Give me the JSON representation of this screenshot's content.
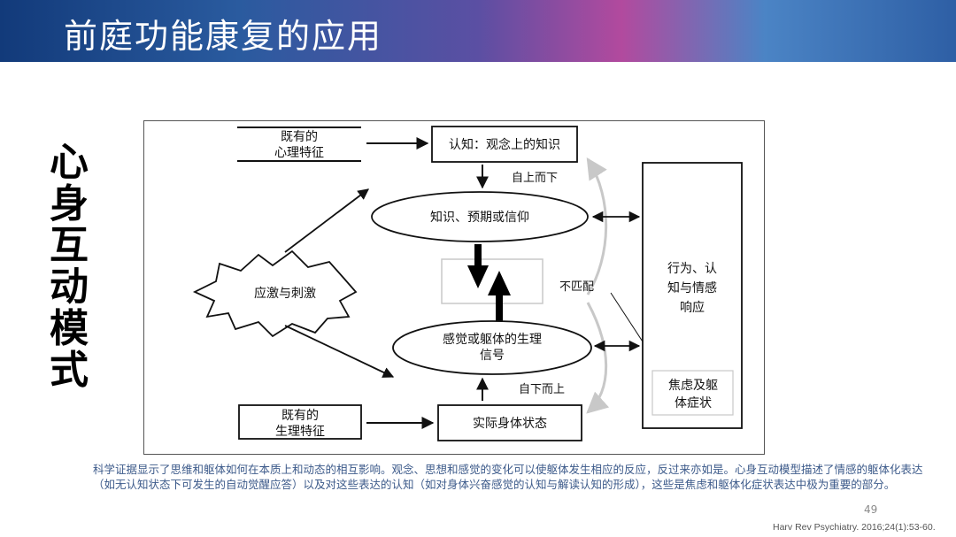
{
  "header": {
    "title": "前庭功能康复的应用"
  },
  "side_title": "心身互动模式",
  "diagram": {
    "existing_psych": [
      "既有的",
      "心理特征"
    ],
    "cognition": "认知：观念上的知识",
    "top_down": "自上而下",
    "knowledge": "知识、预期或信仰",
    "stress": "应激与刺激",
    "mismatch": "不匹配",
    "sensation": [
      "感觉或躯体的生理",
      "信号"
    ],
    "bottom_up": "自下而上",
    "existing_physio": [
      "既有的",
      "生理特征"
    ],
    "body_state": "实际身体状态",
    "response": [
      "行为、认",
      "知与情感",
      "响应"
    ],
    "anxiety": [
      "焦虑及躯",
      "体症状"
    ]
  },
  "caption": "科学证据显示了思维和躯体如何在本质上和动态的相互影响。观念、思想和感觉的变化可以使躯体发生相应的反应，反过来亦如是。心身互动模型描述了情感的躯体化表达（如无认知状态下可发生的自动觉醒应答）以及对这些表达的认知（如对身体兴奋感觉的认知与解读认知的形成），这些是焦虑和躯体化症状表达中极为重要的部分。",
  "page_number": "49",
  "citation": "Harv Rev Psychiatry. 2016;24(1):53-60."
}
